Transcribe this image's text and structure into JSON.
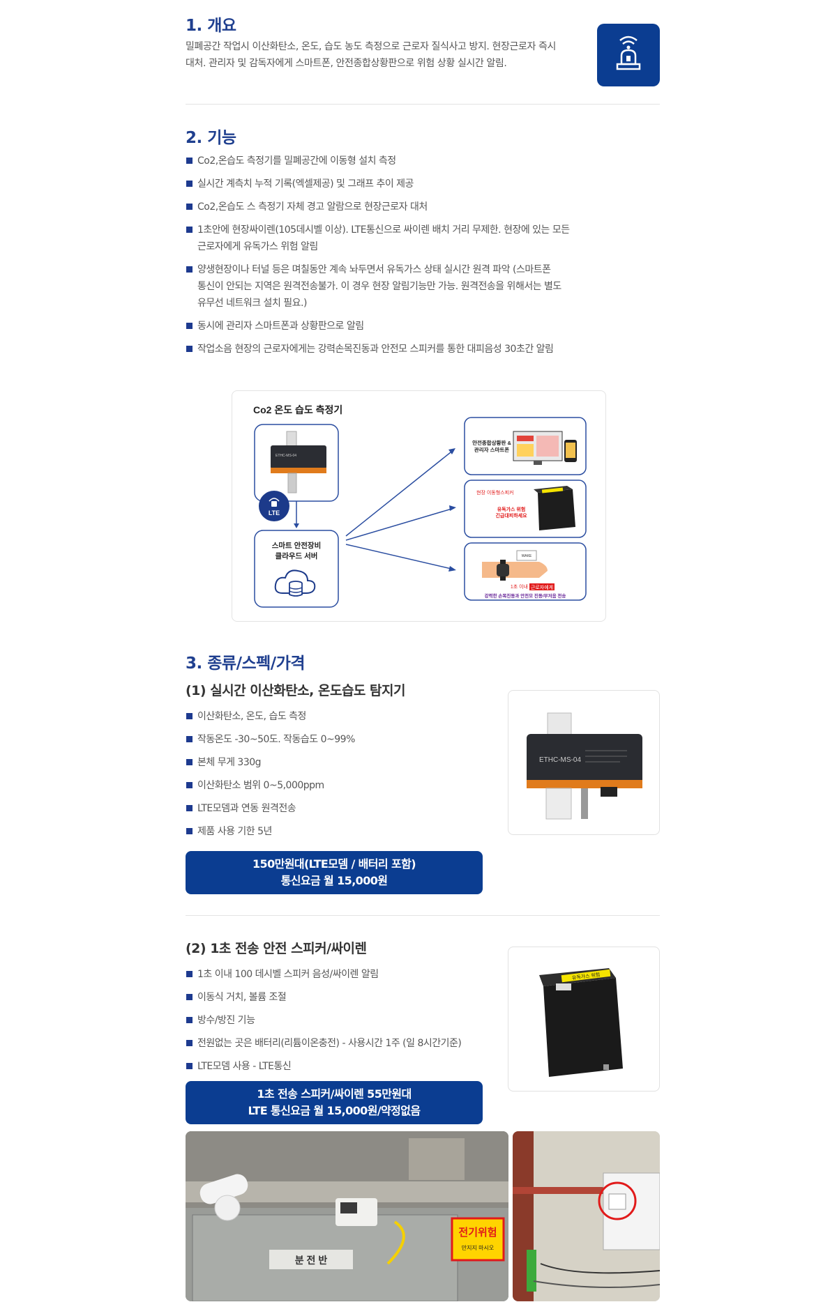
{
  "overview": {
    "title": "1. 개요",
    "lines": [
      "밀폐공간 작업시 이산화탄소, 온도, 습도 농도 측정으로 근로자 질식사고 방지. 현장근로자 즉시",
      "대처. 관리자 및 감독자에게 스마트폰, 안전종합상황판으로 위험 상황 실시간 알림."
    ],
    "icon": "siren-icon"
  },
  "features": {
    "title": "2. 기능",
    "items": [
      [
        "Co2,온습도 측정기를 밀폐공간에 이동형 설치 측정"
      ],
      [
        "실시간 계측치 누적 기록(엑셀제공) 및 그래프 추이 제공"
      ],
      [
        "Co2,온습도 스 측정기 자체 경고 알람으로 현장근로자 대처"
      ],
      [
        "1초안에 현장싸이렌(105데시벨 이상). LTE통신으로 싸이렌 배치 거리 무제한. 현장에 있는 모든",
        "근로자에게 유독가스 위험 알림"
      ],
      [
        "양생현장이나 터널 등은 며칠동안 계속 놔두면서 유독가스 상태 실시간 원격 파악 (스마트폰",
        "통신이 안되는 지역은 원격전송불가. 이 경우 현장 알림기능만 가능.  원격전송을 위해서는 별도",
        "유무선 네트워크 설치 필요.)"
      ],
      [
        "동시에 관리자 스마트폰과 상황판으로 알림"
      ],
      [
        "작업소음 현장의 근로자에게는 강력손목진동과 안전모 스피커를 통한 대피음성 30초간 알림"
      ]
    ]
  },
  "diagram": {
    "title": "Co2 온도 습도 측정기",
    "device_label": "ETHC-MS-04",
    "lte_label": "LTE",
    "server_label_1": "스마트 안전장비",
    "server_label_2": "클라우드 서버",
    "target1_label_1": "안전종합상황판 &",
    "target1_label_2": "관리자 스마트폰",
    "target2_label": "현장 이동형스피커",
    "target2_alert_1": "유독가스 위험",
    "target2_alert_2": "긴급대피하세요",
    "target3_label_a": "1초 이내",
    "target3_label_b": "근로자에게",
    "target3_bottom": "강력한 손목진동과 안전모 진동/부저음 전송",
    "watch_text": "WAKE"
  },
  "specs": {
    "title": "3. 종류/스펙/가격",
    "product1": {
      "title": "(1) 실시간 이산화탄소, 온도습도 탐지기",
      "items": [
        "이산화탄소, 온도, 습도 측정",
        "작동온도 -30~50도. 작동습도 0~99%",
        "본체 무게 330g",
        "이산화탄소 범위 0~5,000ppm",
        "LTE모뎀과 연동 원격전송",
        "제품 사용 기한 5년"
      ],
      "price_1": "150만원대(LTE모뎀 / 배터리 포함)",
      "price_2": "통신요금 월 15,000원",
      "device_label": "ETHC-MS-04"
    },
    "product2": {
      "title": "(2) 1초 전송 안전 스피커/싸이렌",
      "items": [
        "1초 이내 100 데시벨 스피커 음성/싸이렌 알림",
        "이동식 거치, 볼륨 조절",
        "방수/방진 기능",
        "전원없는 곳은 배터리(리튬이온충전) - 사용시간 1주 (일 8시간기준)",
        "LTE모뎀 사용 - LTE통신"
      ],
      "price_1": "1초 전송 스피커/싸이렌 55만원대",
      "price_2": "LTE 통신요금 월 15,000원/약정없음",
      "speaker_sticker": "유독가스 위험"
    }
  },
  "photos": {
    "danger_sign": "전기위험",
    "danger_sub": "만지지 마시오",
    "panel_label": "분 전 반"
  },
  "colors": {
    "primary": "#0b3d91",
    "heading": "#1f3f8f",
    "accent_red": "#e11a1a"
  }
}
